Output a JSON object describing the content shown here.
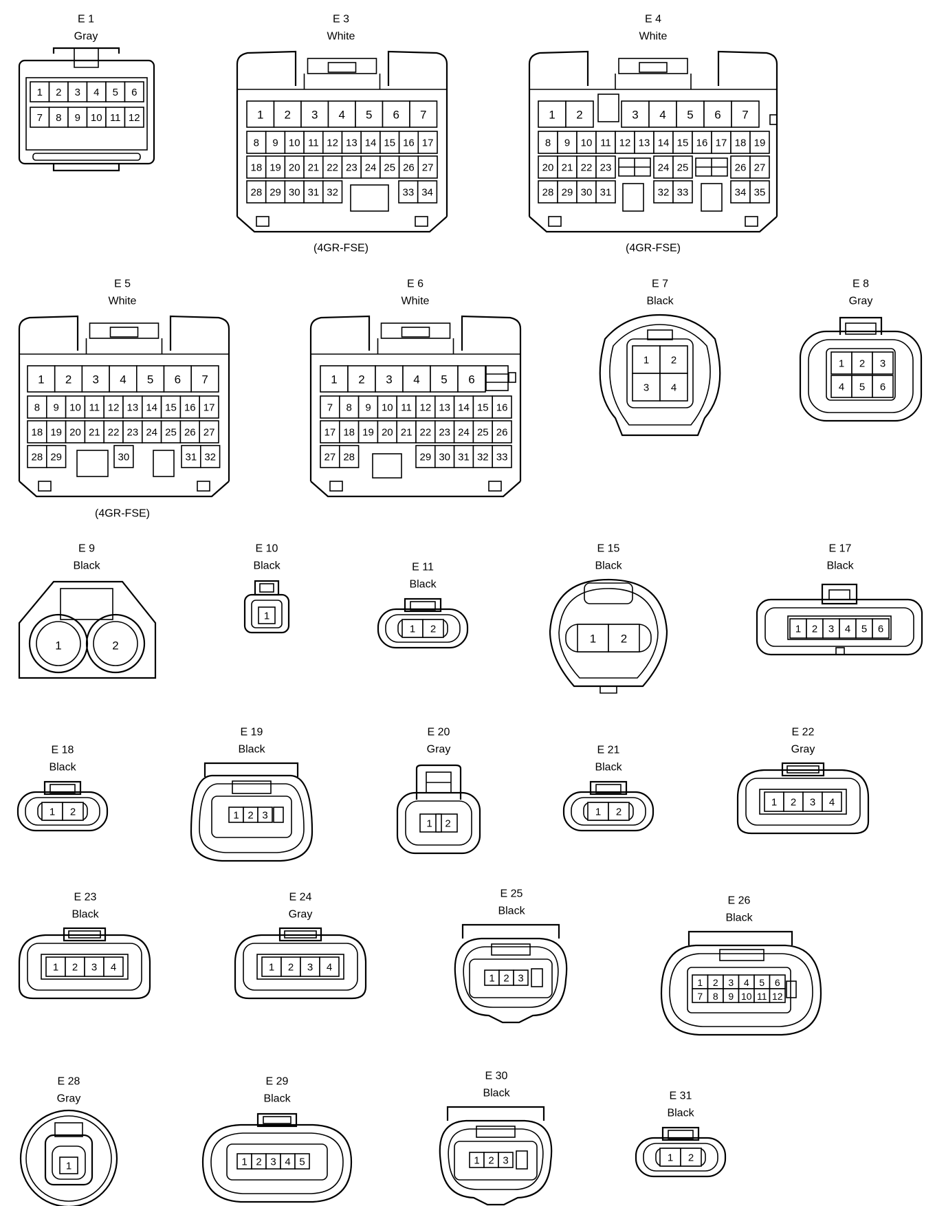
{
  "connectors": [
    {
      "id": "E1",
      "code": "E 1",
      "color": "Gray",
      "pins": [
        "1",
        "2",
        "3",
        "4",
        "5",
        "6",
        "7",
        "8",
        "9",
        "10",
        "11",
        "12"
      ]
    },
    {
      "id": "E3",
      "code": "E 3",
      "color": "White",
      "note": "(4GR-FSE)",
      "pins": [
        "1",
        "2",
        "3",
        "4",
        "5",
        "6",
        "7",
        "8",
        "9",
        "10",
        "11",
        "12",
        "13",
        "14",
        "15",
        "16",
        "17",
        "18",
        "19",
        "20",
        "21",
        "22",
        "23",
        "24",
        "25",
        "26",
        "27",
        "28",
        "29",
        "30",
        "31",
        "32",
        "33",
        "34"
      ]
    },
    {
      "id": "E4",
      "code": "E 4",
      "color": "White",
      "note": "(4GR-FSE)",
      "pins": [
        "1",
        "2",
        "3",
        "4",
        "5",
        "6",
        "7",
        "8",
        "9",
        "10",
        "11",
        "12",
        "13",
        "14",
        "15",
        "16",
        "17",
        "18",
        "19",
        "20",
        "21",
        "22",
        "23",
        "24",
        "25",
        "26",
        "27",
        "28",
        "29",
        "30",
        "31",
        "32",
        "33",
        "34",
        "35"
      ]
    },
    {
      "id": "E5",
      "code": "E 5",
      "color": "White",
      "note": "(4GR-FSE)",
      "pins": [
        "1",
        "2",
        "3",
        "4",
        "5",
        "6",
        "7",
        "8",
        "9",
        "10",
        "11",
        "12",
        "13",
        "14",
        "15",
        "16",
        "17",
        "18",
        "19",
        "20",
        "21",
        "22",
        "23",
        "24",
        "25",
        "26",
        "27",
        "28",
        "29",
        "30",
        "31",
        "32"
      ]
    },
    {
      "id": "E6",
      "code": "E 6",
      "color": "White",
      "pins": [
        "1",
        "2",
        "3",
        "4",
        "5",
        "6",
        "7",
        "8",
        "9",
        "10",
        "11",
        "12",
        "13",
        "14",
        "15",
        "16",
        "17",
        "18",
        "19",
        "20",
        "21",
        "22",
        "23",
        "24",
        "25",
        "26",
        "27",
        "28",
        "29",
        "30",
        "31",
        "32",
        "33"
      ]
    },
    {
      "id": "E7",
      "code": "E 7",
      "color": "Black",
      "pins": [
        "1",
        "2",
        "3",
        "4"
      ]
    },
    {
      "id": "E8",
      "code": "E 8",
      "color": "Gray",
      "pins": [
        "1",
        "2",
        "3",
        "4",
        "5",
        "6"
      ]
    },
    {
      "id": "E9",
      "code": "E 9",
      "color": "Black",
      "pins": [
        "1",
        "2"
      ]
    },
    {
      "id": "E10",
      "code": "E 10",
      "color": "Black",
      "pins": [
        "1"
      ]
    },
    {
      "id": "E11",
      "code": "E 11",
      "color": "Black",
      "pins": [
        "1",
        "2"
      ]
    },
    {
      "id": "E15",
      "code": "E 15",
      "color": "Black",
      "pins": [
        "1",
        "2"
      ]
    },
    {
      "id": "E17",
      "code": "E 17",
      "color": "Black",
      "pins": [
        "1",
        "2",
        "3",
        "4",
        "5",
        "6"
      ]
    },
    {
      "id": "E18",
      "code": "E 18",
      "color": "Black",
      "pins": [
        "1",
        "2"
      ]
    },
    {
      "id": "E19",
      "code": "E 19",
      "color": "Black",
      "pins": [
        "1",
        "2",
        "3"
      ]
    },
    {
      "id": "E20",
      "code": "E 20",
      "color": "Gray",
      "pins": [
        "1",
        "2"
      ]
    },
    {
      "id": "E21",
      "code": "E 21",
      "color": "Black",
      "pins": [
        "1",
        "2"
      ]
    },
    {
      "id": "E22",
      "code": "E 22",
      "color": "Gray",
      "pins": [
        "1",
        "2",
        "3",
        "4"
      ]
    },
    {
      "id": "E23",
      "code": "E 23",
      "color": "Black",
      "pins": [
        "1",
        "2",
        "3",
        "4"
      ]
    },
    {
      "id": "E24",
      "code": "E 24",
      "color": "Gray",
      "pins": [
        "1",
        "2",
        "3",
        "4"
      ]
    },
    {
      "id": "E25",
      "code": "E 25",
      "color": "Black",
      "pins": [
        "1",
        "2",
        "3"
      ]
    },
    {
      "id": "E26",
      "code": "E 26",
      "color": "Black",
      "pins": [
        "1",
        "2",
        "3",
        "4",
        "5",
        "6",
        "7",
        "8",
        "9",
        "10",
        "11",
        "12"
      ]
    },
    {
      "id": "E28",
      "code": "E 28",
      "color": "Gray",
      "pins": [
        "1"
      ]
    },
    {
      "id": "E29",
      "code": "E 29",
      "color": "Black",
      "pins": [
        "1",
        "2",
        "3",
        "4",
        "5"
      ]
    },
    {
      "id": "E30",
      "code": "E 30",
      "color": "Black",
      "pins": [
        "1",
        "2",
        "3"
      ]
    },
    {
      "id": "E31",
      "code": "E 31",
      "color": "Black",
      "pins": [
        "1",
        "2"
      ]
    }
  ]
}
